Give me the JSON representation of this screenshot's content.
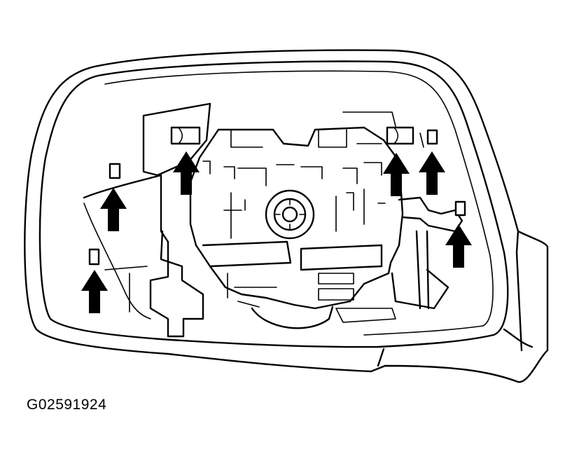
{
  "figure_id": "G02591924",
  "arrows": [
    {
      "name": "clip-arrow-1"
    },
    {
      "name": "clip-arrow-2"
    },
    {
      "name": "clip-arrow-3"
    },
    {
      "name": "clip-arrow-4"
    },
    {
      "name": "clip-arrow-5"
    },
    {
      "name": "clip-arrow-6"
    }
  ]
}
